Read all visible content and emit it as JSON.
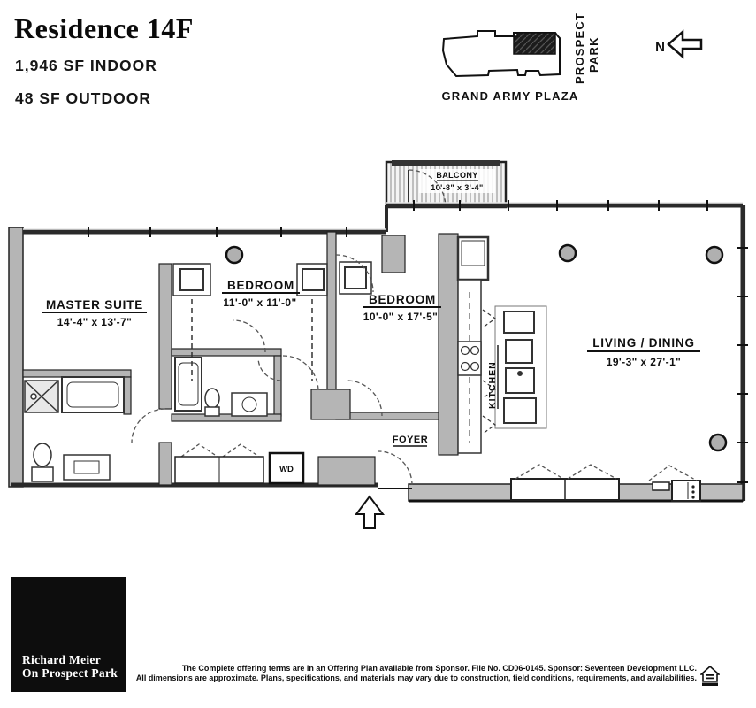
{
  "header": {
    "title": "Residence 14F",
    "indoor_sf": "1,946 SF INDOOR",
    "outdoor_sf": "48 SF OUTDOOR"
  },
  "site_map": {
    "street_label": "GRAND ARMY PLAZA",
    "park_label_words": [
      "PROSPECT",
      "PARK"
    ],
    "unit_marker": "hatched-unit-location"
  },
  "compass": {
    "north_label": "N",
    "icon": "left-arrow-outline"
  },
  "floor_plan": {
    "rooms": {
      "master": {
        "name": "MASTER SUITE",
        "dims": "14'-4\" x 13'-7\""
      },
      "bedroom1": {
        "name": "BEDROOM",
        "dims": "11'-0\" x 11'-0\""
      },
      "bedroom2": {
        "name": "BEDROOM",
        "dims": "10'-0\" x 17'-5\""
      },
      "living": {
        "name": "LIVING / DINING",
        "dims": "19'-3\" x 27'-1\""
      },
      "balcony": {
        "name": "BALCONY",
        "dims": "10'-8\" x 3'-4\""
      },
      "kitchen": {
        "name": "KITCHEN"
      },
      "foyer": {
        "name": "FOYER"
      },
      "wd": {
        "name": "WD"
      }
    },
    "icons": {
      "entry_arrow": "up-arrow-entry",
      "columns": "round-column"
    }
  },
  "branding": {
    "logo_line1": "Richard Meier",
    "logo_line2": "On Prospect Park"
  },
  "footer": {
    "disclaimer_line1": "The Complete offering terms are in an Offering Plan available from Sponsor. File No. CD06-0145. Sponsor: Seventeen Development LLC.",
    "disclaimer_line2": "All dimensions are approximate. Plans, specifications, and materials may vary due to construction, field conditions, requirements, and availabilities.",
    "equal_housing_icon": "house-with-equal-sign"
  },
  "colors": {
    "line": "#1a1a1a",
    "wall_fill": "#b5b5b5",
    "logo_bg": "#0d0d0d",
    "background": "#ffffff"
  }
}
